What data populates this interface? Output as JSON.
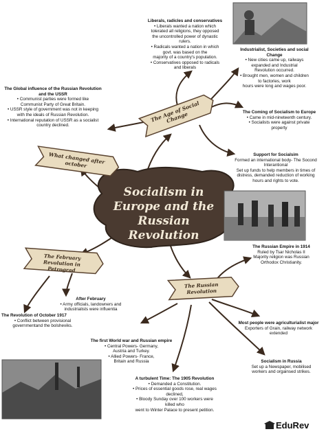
{
  "center": {
    "title": "Socialism in Europe and the Russian Revolution"
  },
  "ribbons": {
    "age": "The Age of Social Change",
    "changed": "What changed after october",
    "february": "The February Revolution in Petrograd",
    "russian": "The Russian Revolution"
  },
  "blocks": {
    "liberals": {
      "title": "Liberals, radicles and conservatives",
      "lines": [
        "• Liberals wanted a nation which",
        "tolerated all religions, they opposed",
        "the uncontrolled power of dynastic",
        "rulers.",
        "• Radicals wanted a nation in which",
        "govt. was based on the",
        "majority of a country's population.",
        "• Conservatives opposed to radicals",
        "and liberals"
      ]
    },
    "industrialist": {
      "title": "Industrialist, Societies and social Change",
      "lines": [
        "• New cities came up, railways",
        "expanded and Industrial",
        "Revolution occurred.",
        "• Brought men, women and children",
        "to factories, work",
        "hours were long and wages poor."
      ]
    },
    "global": {
      "title": "The Global influence of the Russian Revolution and the USSR",
      "lines": [
        "• Communist parties were formed like",
        "Communist Party of Great Britain.",
        "• USSR style of government was not in keeping",
        "with the ideals of Russian Revolution.",
        "• International reputation of USSR as a socialist",
        "country declined."
      ]
    },
    "coming": {
      "title": "The Coming of Socialism to Europe",
      "lines": [
        "• Came in mid-nineteenth century.",
        "• Socialists were against private",
        "property"
      ]
    },
    "support": {
      "title": "Support for Socialsim",
      "lines": [
        "Formed an international body-  The Socond",
        "Interantional",
        "Set up funds to help members in times of",
        "distress, demanded reduction of working",
        "hours and rights to vote."
      ]
    },
    "empire": {
      "title": "The Russian Empire in 1914",
      "lines": [
        "Ruled by Tsar Nicholas II",
        "Majority religion was Russian",
        "Orthodox Christianity."
      ]
    },
    "after_feb": {
      "title": "After February",
      "lines": [
        "• Army officials, landowners and",
        "industrialists were influentia"
      ]
    },
    "oct1917": {
      "title": "The Revolution of October 1917",
      "lines": [
        "• Conflict between provisional",
        "governmentand the bolsheviks."
      ]
    },
    "agri": {
      "title": "Most people were agriculturialist major",
      "lines": [
        "Exporters of Grain, railway network",
        "extended"
      ]
    },
    "ww1": {
      "title": "The first World war and Russian empire",
      "lines": [
        "• Central Powers- Germany,",
        "Austria and Turkey.",
        "• Allied Powers- France,",
        "Britain and Russia"
      ]
    },
    "socialism_russia": {
      "title": "Socialism in Russia",
      "lines": [
        "Set up a Newspaper, mobilised",
        "workers and orgainsed strikes."
      ]
    },
    "y1905": {
      "title": "A turbulent Time: The 1905 Revolution",
      "lines": [
        "• Demanded a Constitution.",
        "• Prices of essential goods rose, real wages",
        "declined,",
        "• Bloody Sunday over 100 workers were",
        "killed who",
        "went to Winter Palace to present petition."
      ]
    }
  },
  "logo": {
    "text": "EduRev"
  },
  "colors": {
    "parchment": "#e9dcc0",
    "ribbon_stroke": "#5a4330",
    "center_fill": "#4a3a30",
    "arrow": "#3b2a1e"
  }
}
